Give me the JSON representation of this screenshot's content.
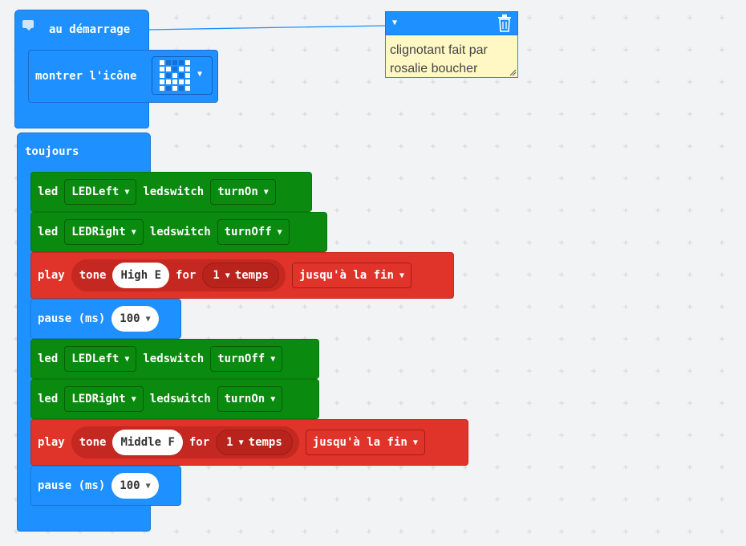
{
  "start_block": {
    "label": "au démarrage",
    "show_icon_label": "montrer l'icône",
    "icon_pattern": [
      [
        1,
        0,
        0,
        0,
        1
      ],
      [
        1,
        1,
        0,
        1,
        1
      ],
      [
        1,
        0,
        1,
        0,
        1
      ],
      [
        1,
        1,
        1,
        1,
        1
      ],
      [
        1,
        0,
        1,
        0,
        1
      ]
    ]
  },
  "comment": {
    "text_line1": "clignotant fait par",
    "text_line2": "rosalie boucher"
  },
  "forever_block": {
    "label": "toujours",
    "statements": [
      {
        "kind": "led",
        "label": "led",
        "target": "LEDLeft",
        "action_label": "ledswitch",
        "state": "turnOn"
      },
      {
        "kind": "led",
        "label": "led",
        "target": "LEDRight",
        "action_label": "ledswitch",
        "state": "turnOff"
      },
      {
        "kind": "play",
        "label": "play",
        "tone_label": "tone",
        "note": "High E",
        "for_label": "for",
        "beats": "1",
        "beats_unit": "temps",
        "mode": "jusqu'à la fin"
      },
      {
        "kind": "pause",
        "label": "pause (ms)",
        "value": "100"
      },
      {
        "kind": "led",
        "label": "led",
        "target": "LEDLeft",
        "action_label": "ledswitch",
        "state": "turnOff"
      },
      {
        "kind": "led",
        "label": "led",
        "target": "LEDRight",
        "action_label": "ledswitch",
        "state": "turnOn"
      },
      {
        "kind": "play",
        "label": "play",
        "tone_label": "tone",
        "note": "Middle F",
        "for_label": "for",
        "beats": "1",
        "beats_unit": "temps",
        "mode": "jusqu'à la fin"
      },
      {
        "kind": "pause",
        "label": "pause (ms)",
        "value": "100"
      }
    ]
  },
  "colors": {
    "basic_blue": "#1e90ff",
    "led_green": "#0b8a10",
    "music_red": "#e0332a",
    "comment_yellow": "#fff8c4",
    "workspace": "#f2f3f5"
  }
}
